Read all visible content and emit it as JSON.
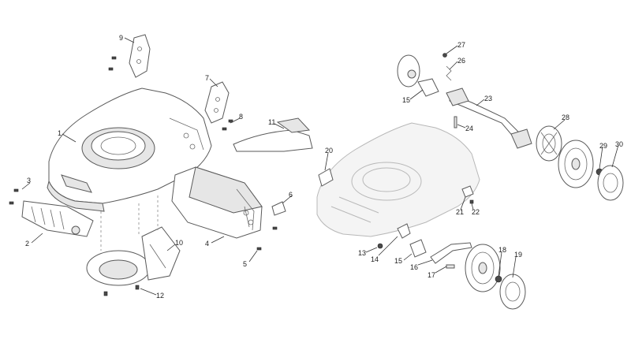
{
  "callouts": [
    {
      "id": "c1",
      "label": "1"
    },
    {
      "id": "c2",
      "label": "2"
    },
    {
      "id": "c3",
      "label": "3"
    },
    {
      "id": "c4",
      "label": "4"
    },
    {
      "id": "c5",
      "label": "5"
    },
    {
      "id": "c6",
      "label": "6"
    },
    {
      "id": "c7",
      "label": "7"
    },
    {
      "id": "c8",
      "label": "8"
    },
    {
      "id": "c9",
      "label": "9"
    },
    {
      "id": "c10",
      "label": "10"
    },
    {
      "id": "c11",
      "label": "11"
    },
    {
      "id": "c12",
      "label": "12"
    },
    {
      "id": "c13",
      "label": "13"
    },
    {
      "id": "c14",
      "label": "14"
    },
    {
      "id": "c15a",
      "label": "15"
    },
    {
      "id": "c15b",
      "label": "15"
    },
    {
      "id": "c16",
      "label": "16"
    },
    {
      "id": "c17",
      "label": "17"
    },
    {
      "id": "c18",
      "label": "18"
    },
    {
      "id": "c19",
      "label": "19"
    },
    {
      "id": "c20",
      "label": "20"
    },
    {
      "id": "c21",
      "label": "21"
    },
    {
      "id": "c22",
      "label": "22"
    },
    {
      "id": "c23",
      "label": "23"
    },
    {
      "id": "c24",
      "label": "24"
    },
    {
      "id": "c26",
      "label": "26"
    },
    {
      "id": "c27",
      "label": "27"
    },
    {
      "id": "c28",
      "label": "28"
    },
    {
      "id": "c29",
      "label": "29"
    },
    {
      "id": "c30",
      "label": "30"
    }
  ]
}
